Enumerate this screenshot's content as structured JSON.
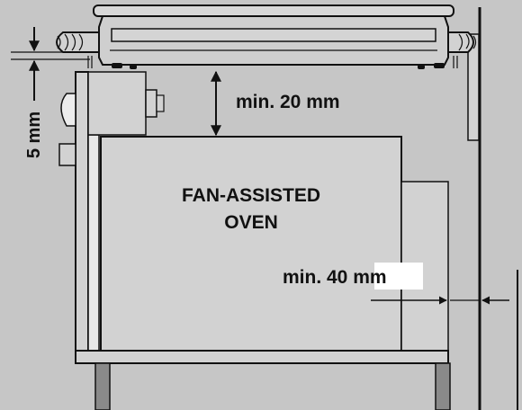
{
  "labels": {
    "min_20": "min. 20 mm",
    "five_mm": "5 mm",
    "oven_line1": "FAN-ASSISTED",
    "oven_line2": "OVEN",
    "min_40": "min. 40 mm"
  },
  "colors": {
    "background": "#c6c6c6",
    "panel": "#d2d2d2",
    "line": "#111111",
    "highlight": "#ffffff"
  }
}
